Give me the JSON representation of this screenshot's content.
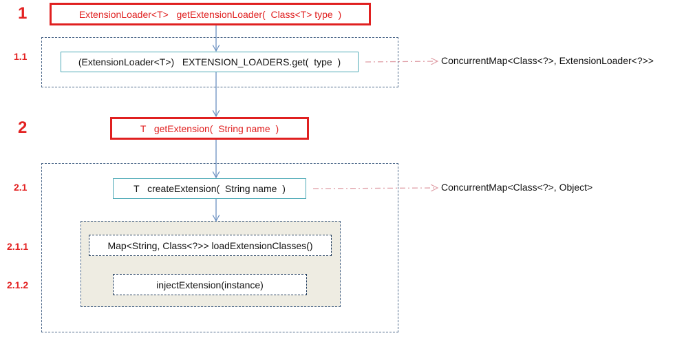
{
  "steps": {
    "s1": "1",
    "s1_1": "1.1",
    "s2": "2",
    "s2_1": "2.1",
    "s2_1_1": "2.1.1",
    "s2_1_2": "2.1.2"
  },
  "boxes": {
    "get_extension_loader": "ExtensionLoader<T>   getExtensionLoader(  Class<T> type  )",
    "extension_loaders_get": "(ExtensionLoader<T>)   EXTENSION_LOADERS.get(  type  )",
    "get_extension": "T   getExtension(  String name  )",
    "create_extension": "T   createExtension(  String name  )",
    "load_extension_classes": "Map<String, Class<?>> loadExtensionClasses()",
    "inject_extension": "injectExtension(instance)"
  },
  "side_labels": {
    "loaders_map": "ConcurrentMap<Class<?>, ExtensionLoader<?>>",
    "instances_map": "ConcurrentMap<Class<?>, Object>"
  },
  "colors": {
    "step_red": "#e32222",
    "box_red_border": "#e02020",
    "teal_border": "#4aa8b5",
    "dash_navy": "#4a6688",
    "arrow_blue": "#6a8fc0",
    "dashdot_pink": "#e0a0a8",
    "beige_fill": "#eeece2"
  }
}
